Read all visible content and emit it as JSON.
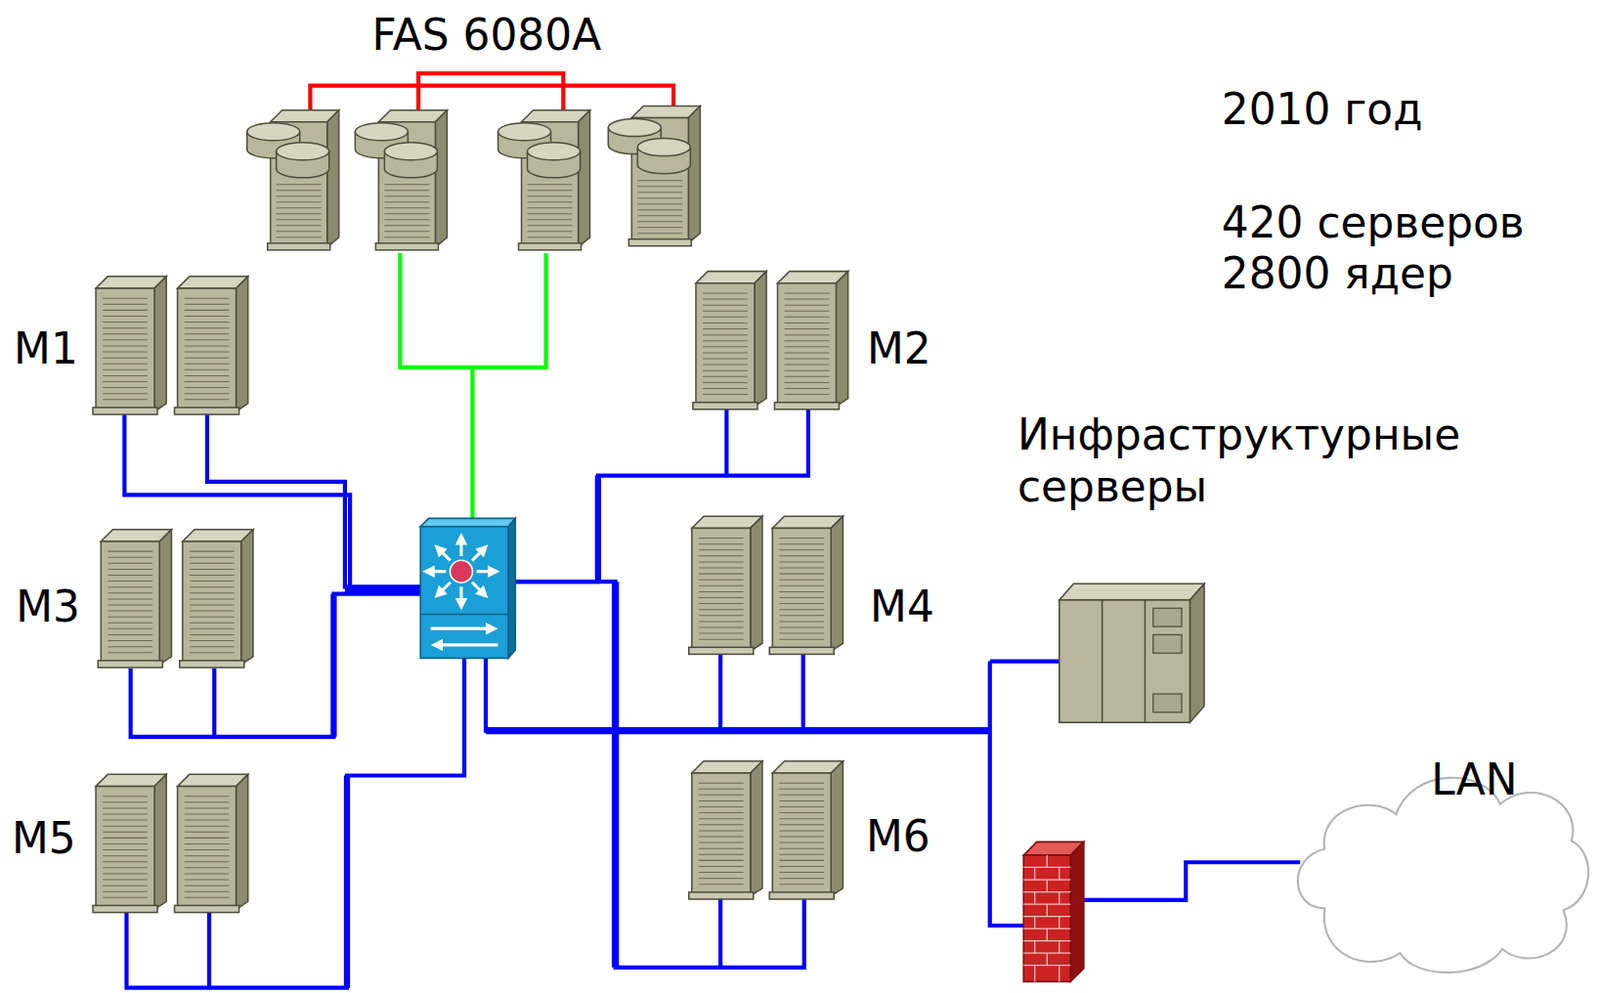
{
  "diagram": {
    "nodes": [
      {
        "text": [
          "FAS 6080A"
        ]
      },
      {
        "text": [
          "M1"
        ]
      },
      {
        "text": [
          "M2"
        ]
      },
      {
        "text": [
          "M3"
        ]
      },
      {
        "text": [
          "M4"
        ]
      },
      {
        "text": [
          "M5"
        ]
      },
      {
        "text": [
          "M6"
        ]
      },
      {
        "text": [
          "Инфраструктурные серверы"
        ]
      },
      {
        "text": [
          "LAN"
        ]
      }
    ],
    "labels": [
      "2010 год",
      "420 серверов 2800 ядер"
    ]
  }
}
